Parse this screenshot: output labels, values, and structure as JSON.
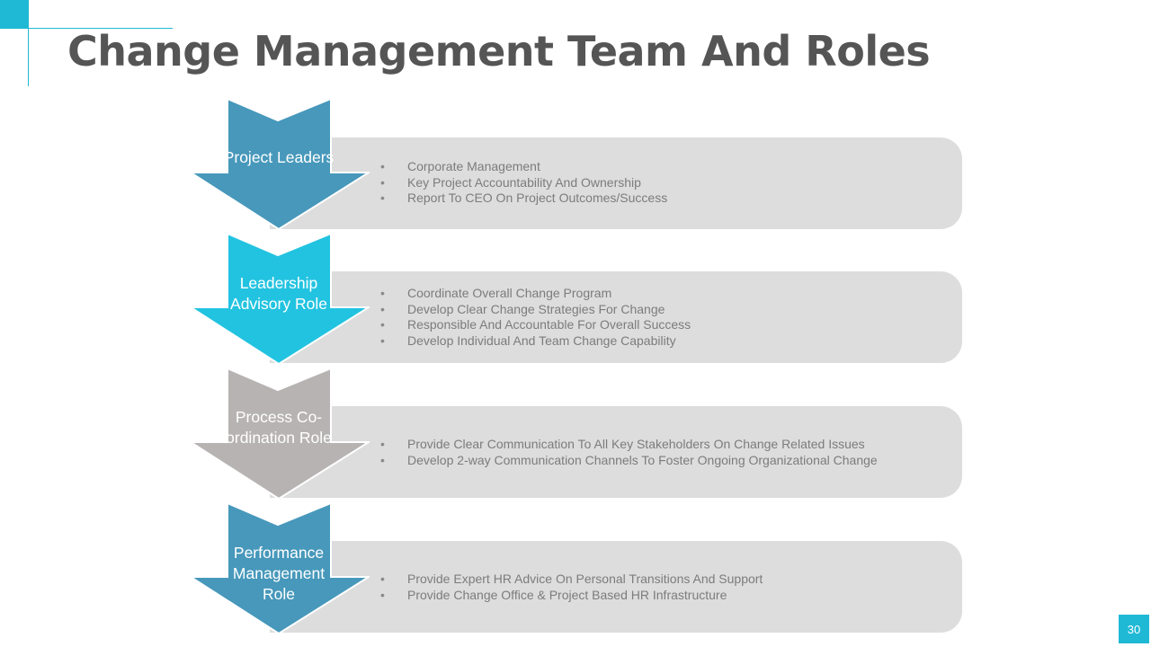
{
  "title": "Change Management Team And Roles",
  "page_number": "30",
  "colors": {
    "accent": "#1fb9d5",
    "arrow_blue": "#4798bb",
    "arrow_cyan": "#22c3e0",
    "arrow_gray": "#b7b3b3",
    "box_gray": "#dddddd",
    "title_gray": "#555555"
  },
  "roles": [
    {
      "name": "Project Leaders",
      "color": "#4798bb",
      "items": [
        "Corporate Management",
        "Key Project Accountability And Ownership",
        "Report To CEO On Project Outcomes/Success"
      ]
    },
    {
      "name": "Leadership Advisory Role",
      "color": "#22c3e0",
      "items": [
        "Coordinate Overall Change Program",
        "Develop Clear Change Strategies For Change",
        "Responsible And Accountable For Overall Success",
        "Develop Individual  And Team Change Capability"
      ]
    },
    {
      "name": "Process Co-ordination Role",
      "color": "#b7b3b3",
      "items": [
        "Provide Clear Communication To All Key Stakeholders On Change Related Issues",
        "Develop 2-way Communication Channels To Foster Ongoing Organizational Change"
      ]
    },
    {
      "name": "Performance Management Role",
      "color": "#4798bb",
      "items": [
        "Provide Expert HR Advice  On Personal Transitions And Support",
        "Provide Change Office & Project Based HR Infrastructure"
      ]
    }
  ]
}
